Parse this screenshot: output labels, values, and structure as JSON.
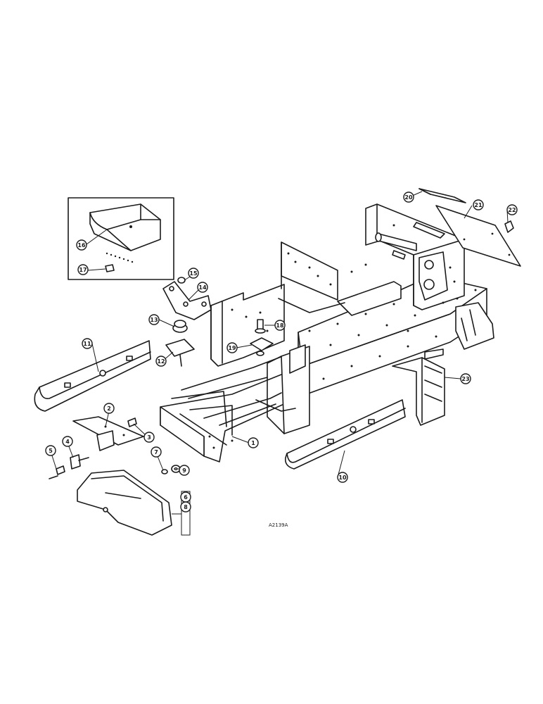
{
  "diagram": {
    "reference_code": "A2139A",
    "callouts": [
      {
        "id": "1",
        "label": "1"
      },
      {
        "id": "2",
        "label": "2"
      },
      {
        "id": "3",
        "label": "3"
      },
      {
        "id": "4",
        "label": "4"
      },
      {
        "id": "5",
        "label": "5"
      },
      {
        "id": "6",
        "label": "6"
      },
      {
        "id": "7",
        "label": "7"
      },
      {
        "id": "8",
        "label": "8"
      },
      {
        "id": "9",
        "label": "9"
      },
      {
        "id": "10",
        "label": "10"
      },
      {
        "id": "11",
        "label": "11"
      },
      {
        "id": "12",
        "label": "12"
      },
      {
        "id": "13",
        "label": "13"
      },
      {
        "id": "14",
        "label": "14"
      },
      {
        "id": "15",
        "label": "15"
      },
      {
        "id": "16",
        "label": "16"
      },
      {
        "id": "17",
        "label": "17"
      },
      {
        "id": "18",
        "label": "18"
      },
      {
        "id": "19",
        "label": "19"
      },
      {
        "id": "20",
        "label": "20"
      },
      {
        "id": "21",
        "label": "21"
      },
      {
        "id": "22",
        "label": "22"
      },
      {
        "id": "23",
        "label": "23"
      }
    ]
  }
}
